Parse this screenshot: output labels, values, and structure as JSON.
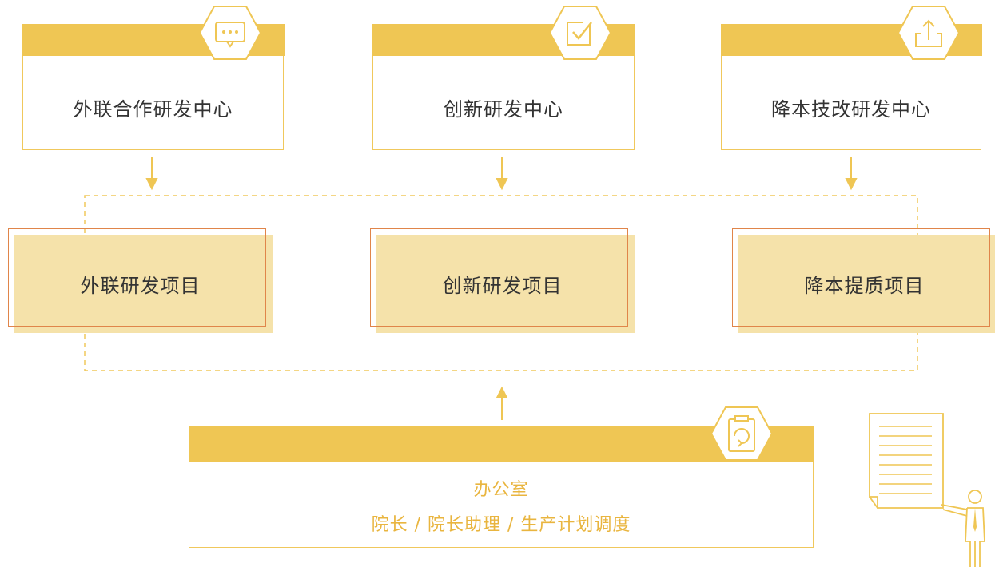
{
  "centers": [
    {
      "label": "外联合作研发中心",
      "icon": "chat-bubble-icon"
    },
    {
      "label": "创新研发中心",
      "icon": "checkbox-icon"
    },
    {
      "label": "降本技改研发中心",
      "icon": "upload-icon"
    }
  ],
  "projects": [
    {
      "label": "外联研发项目"
    },
    {
      "label": "创新研发项目"
    },
    {
      "label": "降本提质项目"
    }
  ],
  "office": {
    "title": "办公室",
    "roles": "院长 / 院长助理 / 生产计划调度",
    "icon": "clipboard-refresh-icon"
  },
  "illustration": "presenter-with-document-icon",
  "colors": {
    "accent": "#efc654",
    "accent_light": "#f5e2aa",
    "outline": "#e0854a",
    "text_dark": "#333333",
    "text_accent": "#e9b53f"
  }
}
